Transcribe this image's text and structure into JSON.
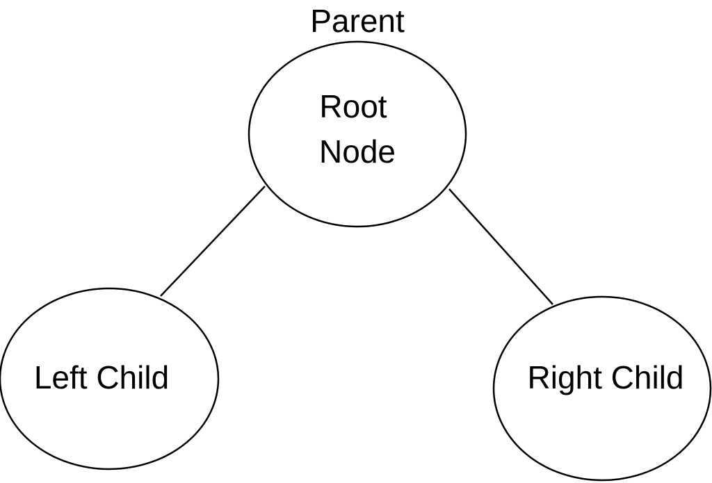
{
  "diagram": {
    "parent_caption": "Parent",
    "root": {
      "line1": "Root",
      "line2": "Node"
    },
    "left_child": "Left Child",
    "right_child": "Right Child"
  }
}
